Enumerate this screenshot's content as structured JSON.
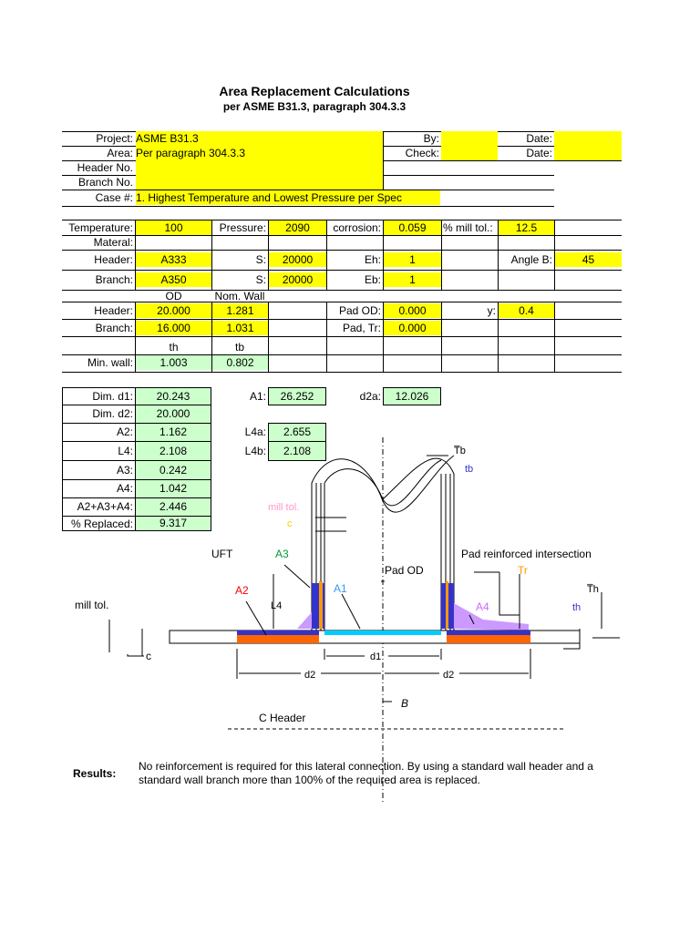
{
  "title": "Area Replacement Calculations",
  "subtitle": "per ASME B31.3, paragraph 304.3.3",
  "header": {
    "project_label": "Project:",
    "project_value": "ASME B31.3",
    "area_label": "Area:",
    "area_value": "Per paragraph 304.3.3",
    "header_no_label": "Header No.",
    "branch_no_label": "Branch No.",
    "case_label": "Case #:",
    "case_value": "1. Highest Temperature and Lowest Pressure per Spec",
    "by_label": "By:",
    "check_label": "Check:",
    "date_label": "Date:"
  },
  "params": {
    "temperature_label": "Temperature:",
    "temperature": "100",
    "pressure_label": "Pressure:",
    "pressure": "2090",
    "corrosion_label": "corrosion:",
    "corrosion": "0.059",
    "mill_tol_label": "% mill tol.:",
    "mill_tol": "12.5",
    "material_label": "Materal:",
    "header_label": "Header:",
    "header_mat": "A333",
    "s_label": "S:",
    "header_s": "20000",
    "eh_label": "Eh:",
    "eh": "1",
    "angle_label": "Angle B:",
    "angle": "45",
    "branch_label": "Branch:",
    "branch_mat": "A350",
    "branch_s": "20000",
    "eb_label": "Eb:",
    "eb": "1"
  },
  "dims": {
    "od_label": "OD",
    "nom_wall_label": "Nom. Wall",
    "header_label": "Header:",
    "header_od": "20.000",
    "header_wall": "1.281",
    "pad_od_label": "Pad OD:",
    "pad_od": "0.000",
    "y_label": "y:",
    "y": "0.4",
    "branch_label": "Branch:",
    "branch_od": "16.000",
    "branch_wall": "1.031",
    "pad_t_label": "Pad, Tr:",
    "pad_t": "0.000",
    "th_label": "th",
    "tb_label": "tb",
    "min_wall_label": "Min. wall:",
    "th": "1.003",
    "tb": "0.802"
  },
  "results_table": {
    "d1_label": "Dim. d1:",
    "d1": "20.243",
    "a1_label": "A1:",
    "a1": "26.252",
    "d2a_label": "d2a:",
    "d2a": "12.026",
    "d2_label": "Dim. d2:",
    "d2": "20.000",
    "a2_label": "A2:",
    "a2": "1.162",
    "l4a_label": "L4a:",
    "l4a": "2.655",
    "l4_label": "L4:",
    "l4": "2.108",
    "l4b_label": "L4b:",
    "l4b": "2.108",
    "a3_label": "A3:",
    "a3": "0.242",
    "a4_label": "A4:",
    "a4": "1.042",
    "sum_label": "A2+A3+A4:",
    "sum": "2.446",
    "replaced_label": "% Replaced:",
    "replaced": "9.317"
  },
  "diagram": {
    "tb_top": "T̅b",
    "tb": "tb",
    "mill_tol_branch": "mill tol.",
    "c_branch": "c",
    "uft": "UFT",
    "a3": "A3",
    "a2": "A2",
    "a1": "A1",
    "l4": "L4",
    "pad_od": "Pad OD",
    "pad_reinforced": "Pad reinforced intersection",
    "tr": "Tr",
    "a4": "A4",
    "th_top": "T̅h",
    "th": "th",
    "mill_tol_left": "mill tol.",
    "c_left": "c",
    "d1": "d1",
    "d2_left": "d2",
    "d2_right": "d2",
    "b": "B",
    "header_cl": "C Header"
  },
  "results": {
    "label": "Results:",
    "text": "No reinforcement is required for this lateral connection.  By using a standard wall header and a standard wall branch more than 100% of the required area is replaced."
  },
  "colors": {
    "yellow": "#ffff00",
    "green": "#ccffcc",
    "cyan": "#00ccff",
    "blue": "#3333cc",
    "orange": "#ff6600",
    "violet": "#cc99ff"
  }
}
